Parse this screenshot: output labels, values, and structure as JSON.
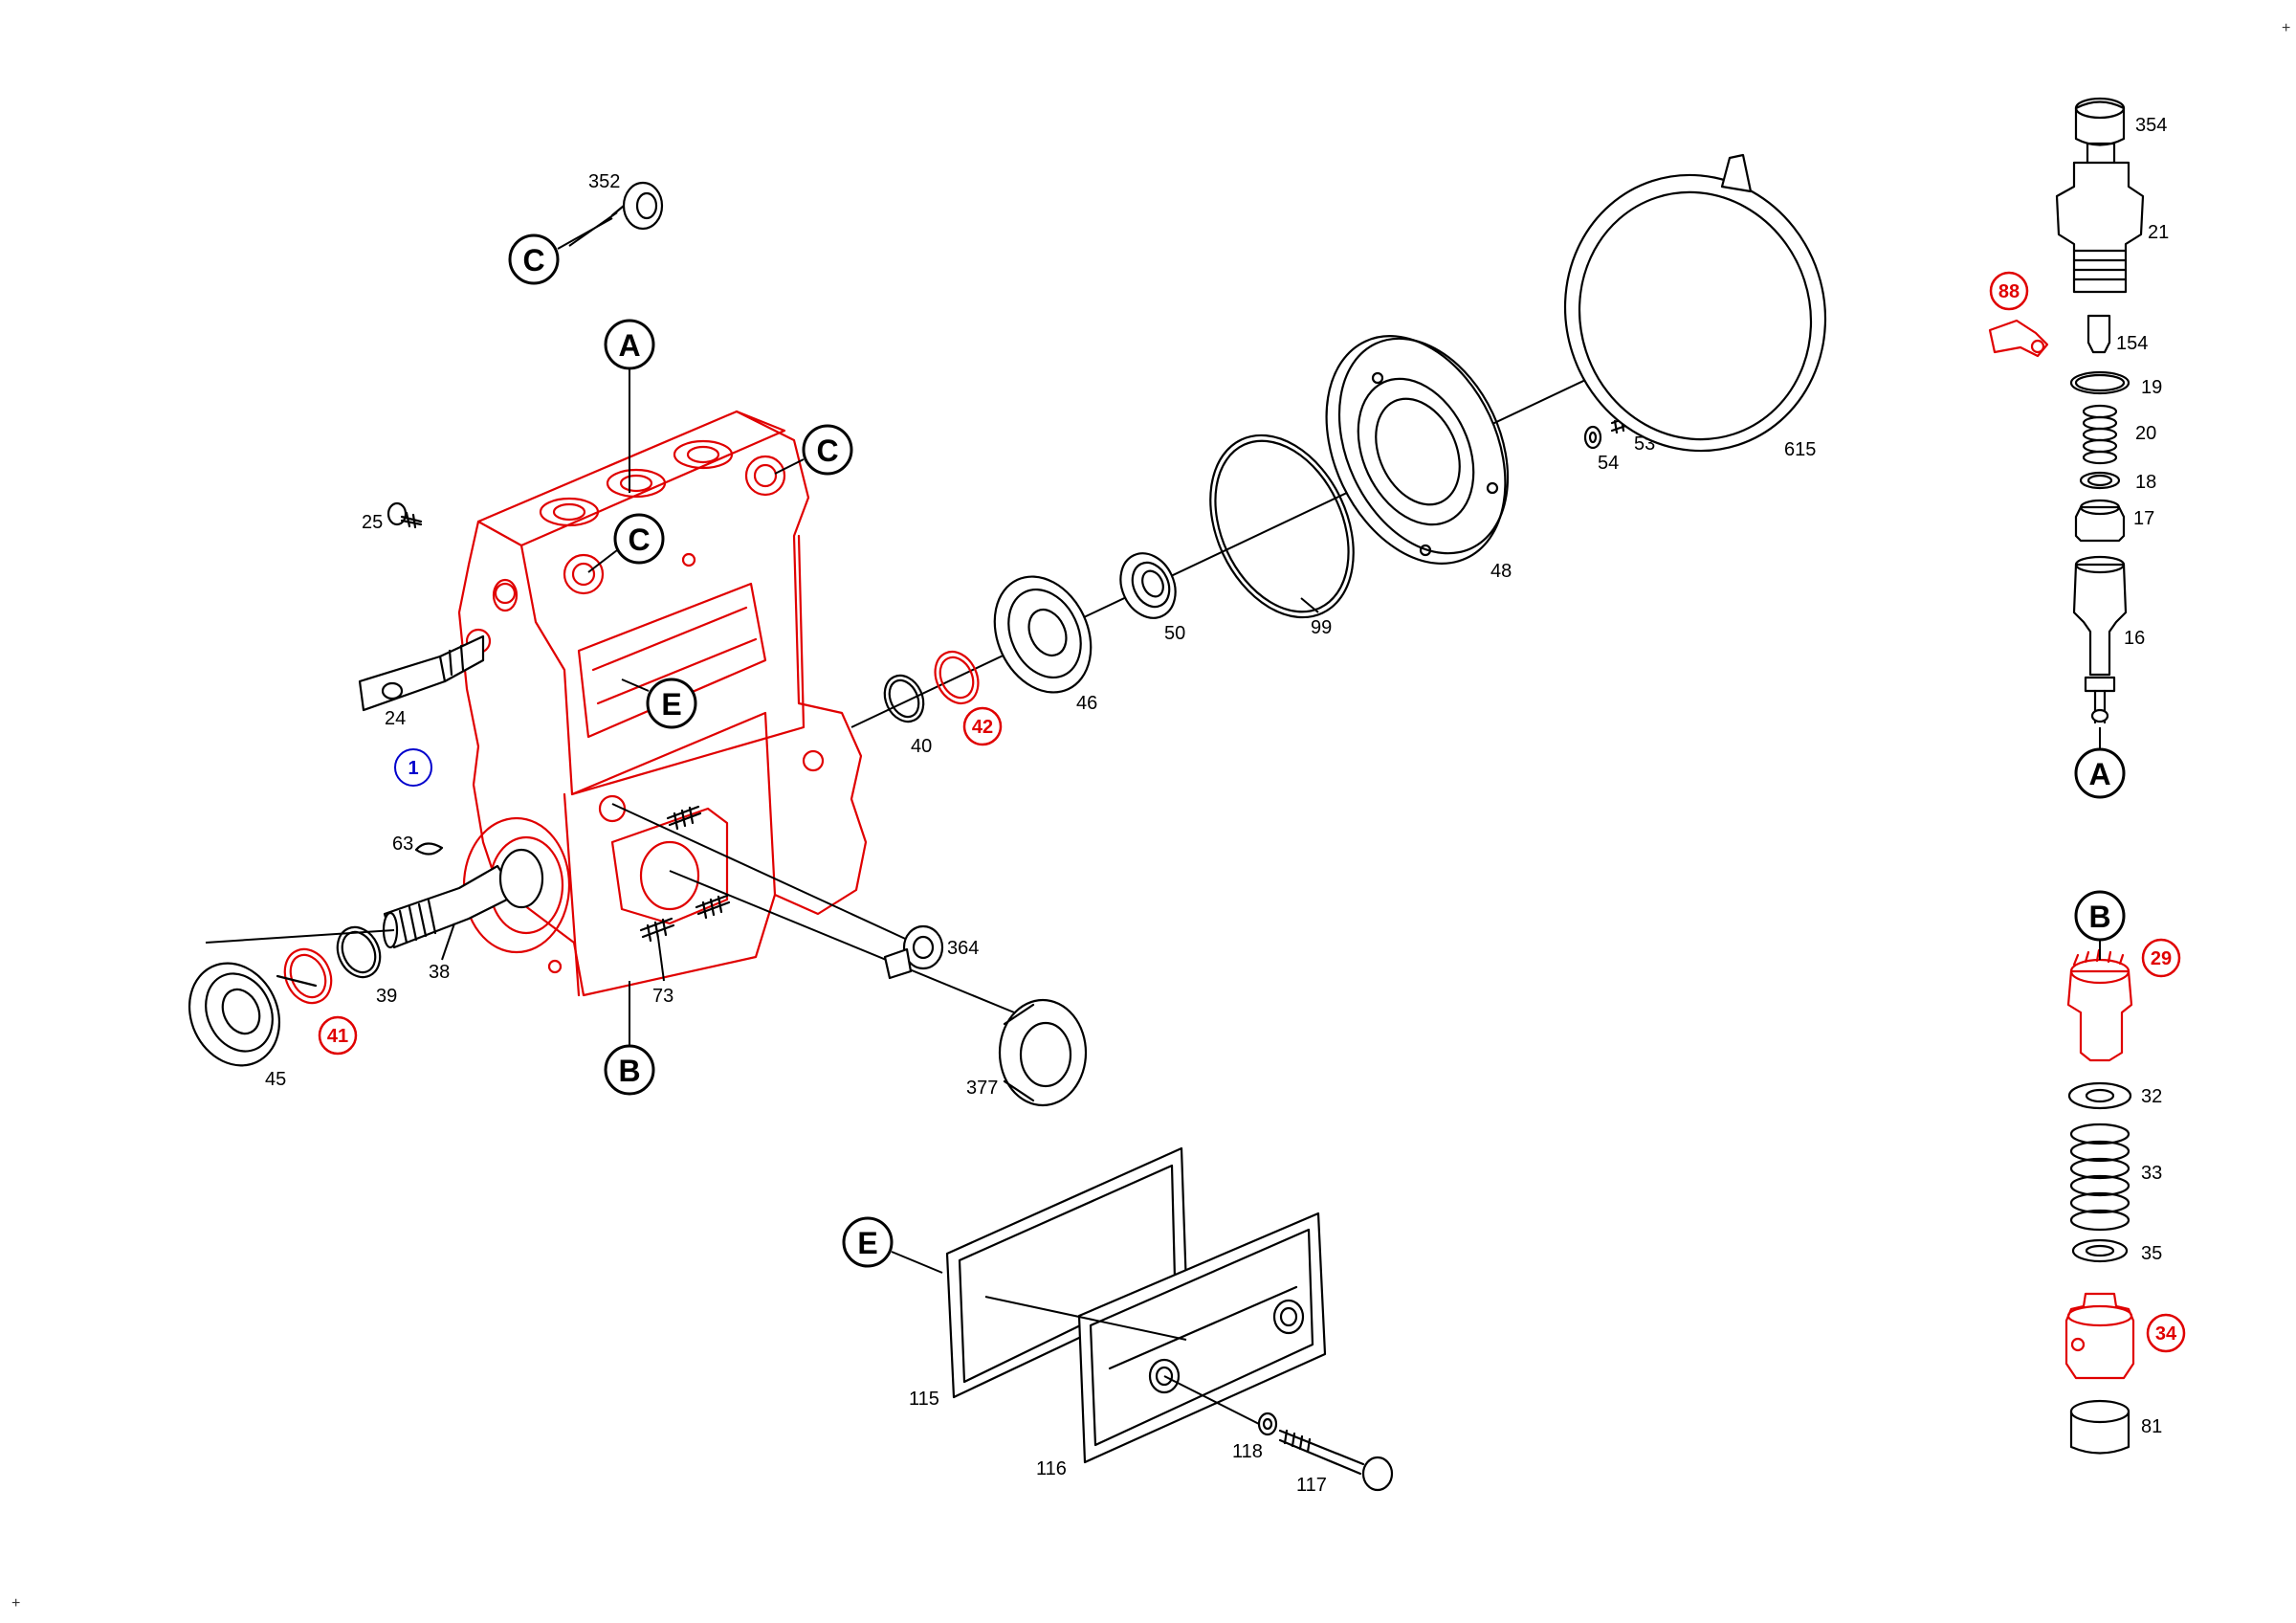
{
  "corner_marks": {
    "top_right": "+",
    "bottom_left": "+"
  },
  "colors": {
    "highlight": "#e00000",
    "main_part": "#0000cc",
    "line": "#000000"
  },
  "reference_views": {
    "A_main": "A",
    "C_top": "C",
    "C_right": "C",
    "C_mid": "C",
    "E_main": "E",
    "B_main": "B",
    "A_right": "A",
    "B_right": "B",
    "E_detail": "E"
  },
  "part_labels": {
    "p352": "352",
    "p25": "25",
    "p24": "24",
    "p63": "63",
    "p38": "38",
    "p39": "39",
    "p45": "45",
    "p73": "73",
    "p364": "364",
    "p377": "377",
    "p40": "40",
    "p46": "46",
    "p50": "50",
    "p99": "99",
    "p48": "48",
    "p54": "54",
    "p53": "53",
    "p615": "615",
    "p354": "354",
    "p21": "21",
    "p154": "154",
    "p19": "19",
    "p20": "20",
    "p18": "18",
    "p17": "17",
    "p16": "16",
    "p32": "32",
    "p33": "33",
    "p35": "35",
    "p81": "81",
    "p115": "115",
    "p116": "116",
    "p118": "118",
    "p117": "117"
  },
  "highlighted_parts": {
    "p1": "1",
    "p41": "41",
    "p42": "42",
    "p88": "88",
    "p29": "29",
    "p34": "34"
  }
}
